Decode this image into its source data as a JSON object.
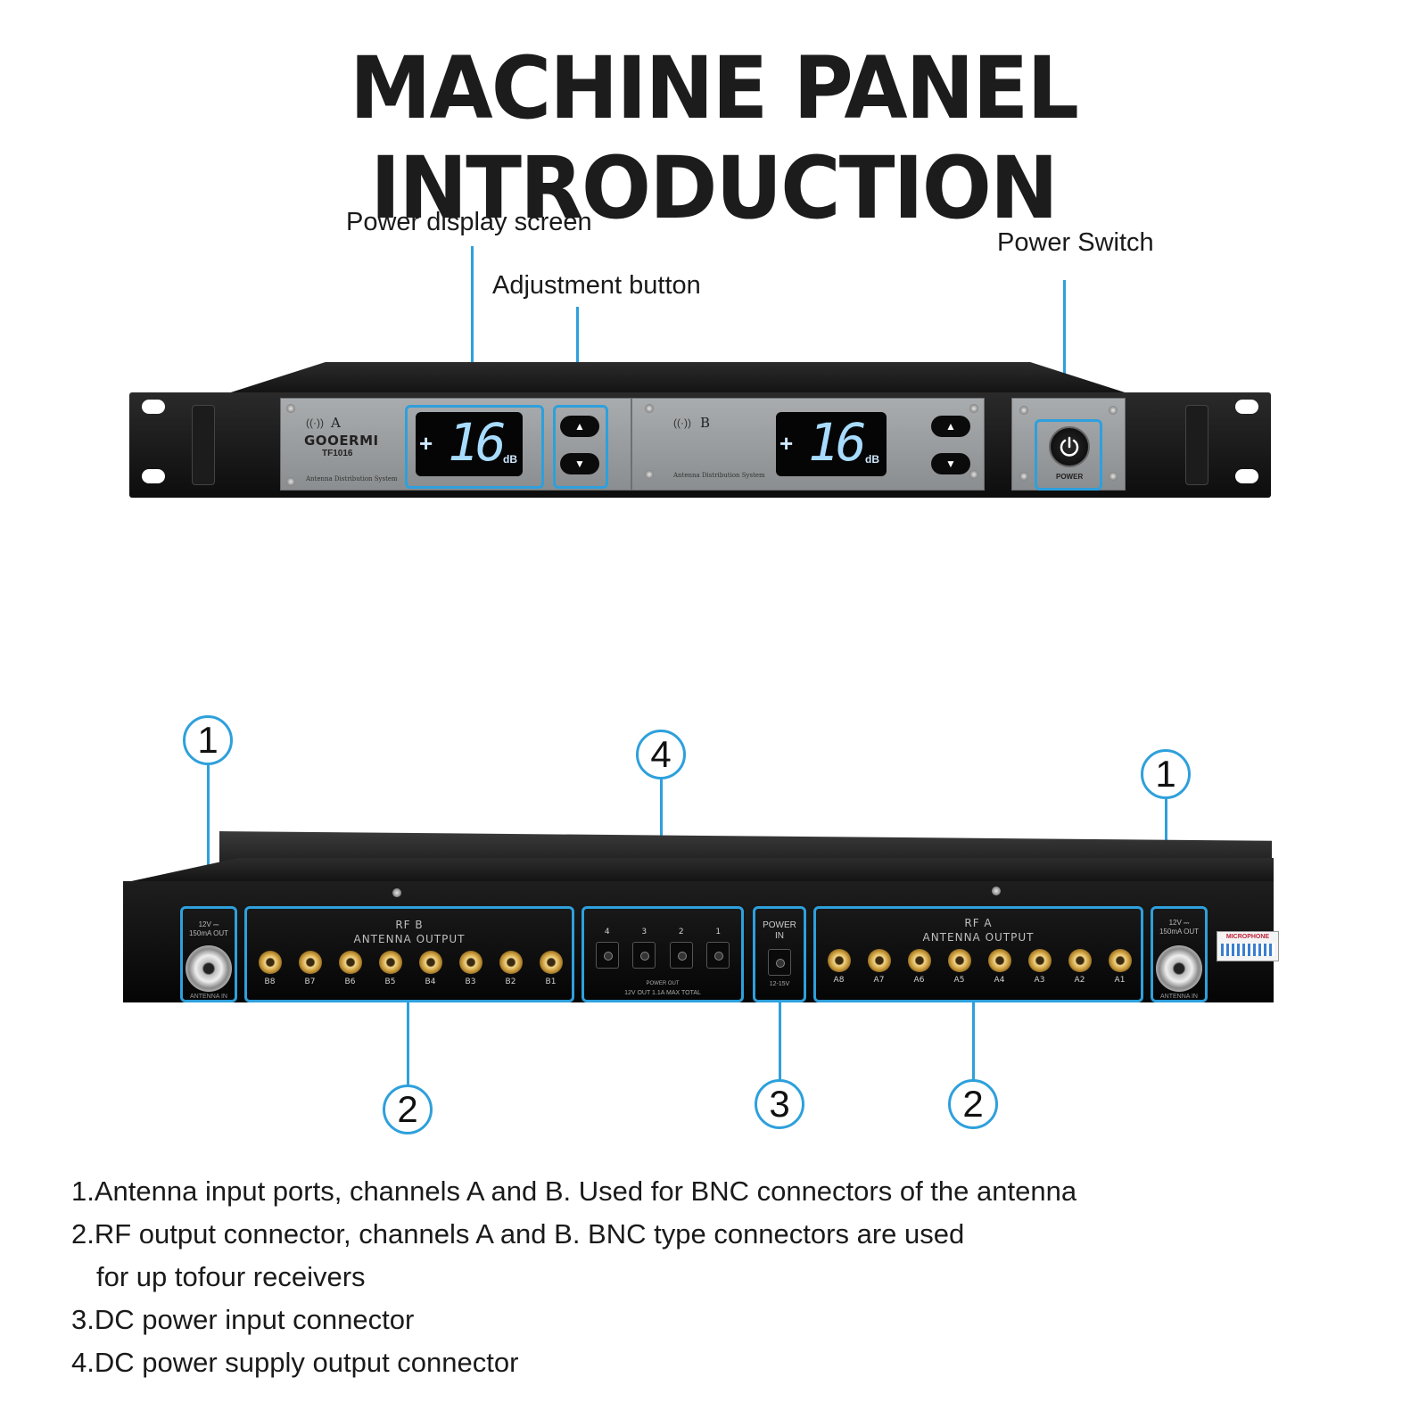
{
  "title": "MACHINE PANEL INTRODUCTION",
  "front_panel": {
    "labels": {
      "display_screen": "Power display screen",
      "adjustment": "Adjustment button",
      "power_switch": "Power Switch"
    },
    "brand": "GOOERMI",
    "model": "TF1016",
    "subtitle": "Antenna Distribution System",
    "channel_a": {
      "letter": "A",
      "sign": "+",
      "value": "16",
      "unit": "dB"
    },
    "channel_b": {
      "letter": "B",
      "sign": "+",
      "value": "16",
      "unit": "dB"
    },
    "power_label": "POWER",
    "up_arrow": "▲",
    "down_arrow": "▼"
  },
  "rear_panel": {
    "antenna_in": {
      "spec_line1": "12V ⎓",
      "spec_line2": "150mA OUT",
      "label": "ANTENNA IN"
    },
    "rf_b": {
      "title": "RF B",
      "subtitle": "ANTENNA OUTPUT",
      "ports": [
        "B8",
        "B7",
        "B6",
        "B5",
        "B4",
        "B3",
        "B2",
        "B1"
      ]
    },
    "rf_a": {
      "title": "RF A",
      "subtitle": "ANTENNA OUTPUT",
      "ports": [
        "A8",
        "A7",
        "A6",
        "A5",
        "A4",
        "A3",
        "A2",
        "A1"
      ]
    },
    "dc_out": {
      "ports": [
        "4",
        "3",
        "2",
        "1"
      ],
      "label": "POWER OUT",
      "footer": "12V OUT 1.1A MAX TOTAL"
    },
    "power_in": {
      "label_line1": "POWER",
      "label_line2": "IN",
      "spec": "12-15V"
    },
    "sticker": "MICROPHONE"
  },
  "callouts": {
    "n1": "1",
    "n2": "2",
    "n3": "3",
    "n4": "4"
  },
  "description": [
    "1.Antenna input ports, channels A and B. Used for BNC connectors of the antenna",
    "2.RF output connector, channels A and B. BNC type connectors are used",
    "for up tofour receivers",
    "3.DC power input connector",
    "4.DC power supply output connector"
  ],
  "colors": {
    "accent": "#2ea0dc",
    "lcd_text": "#a8dcff",
    "connector_gold": "#c99a3a"
  }
}
